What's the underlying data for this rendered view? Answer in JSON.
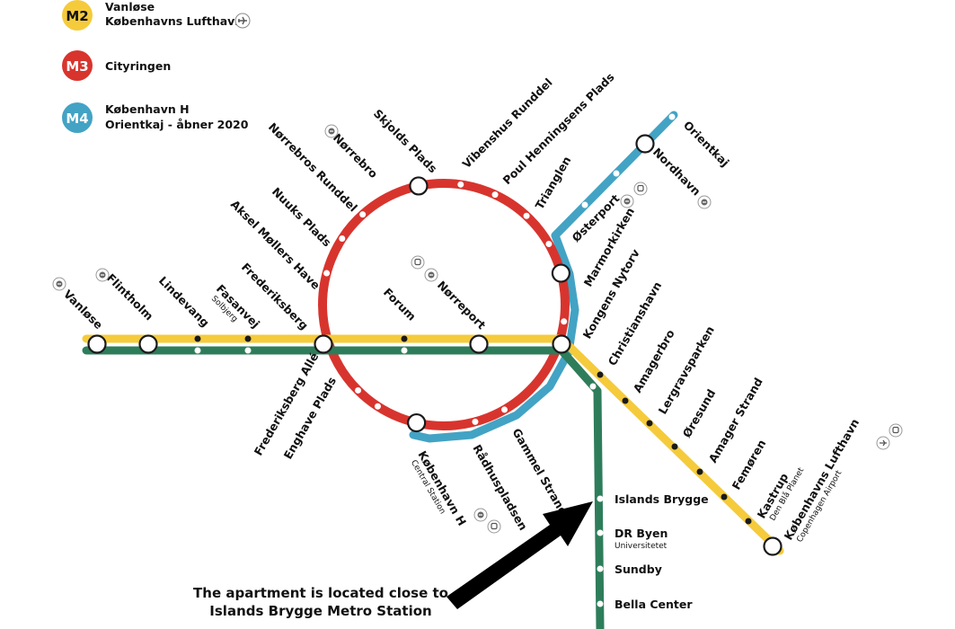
{
  "colors": {
    "m1": "#2e7d5a",
    "m2": "#f5cb3c",
    "m3": "#d8342e",
    "m4": "#43a3c4",
    "station_fill": "#ffffff",
    "station_stroke": "#1a1a1a",
    "arrow": "#000000"
  },
  "legend": [
    {
      "badge": "M2",
      "color": "#f5cb3c",
      "text_color": "#111111",
      "lines": [
        "Vanløse",
        "Københavns Lufthavn"
      ],
      "icon": "airplane-icon"
    },
    {
      "badge": "M3",
      "color": "#d8342e",
      "text_color": "#ffffff",
      "lines": [
        "Cityringen"
      ]
    },
    {
      "badge": "M4",
      "color": "#43a3c4",
      "text_color": "#ffffff",
      "lines": [
        "København H",
        "Orientkaj - åbner 2020"
      ]
    }
  ],
  "west_stations": [
    {
      "name": "Vanløse",
      "icon": "s-train-icon"
    },
    {
      "name": "Flintholm",
      "icon": "s-train-icon"
    },
    {
      "name": "Lindevang"
    },
    {
      "name": "Fasanvej",
      "sub": "Solbjerg"
    },
    {
      "name": "Frederiksberg"
    },
    {
      "name": "Forum"
    },
    {
      "name": "Nørreport",
      "icons": [
        "s-train-icon",
        "train-icon"
      ]
    }
  ],
  "ring_north": [
    {
      "name": "Enghave Plads"
    },
    {
      "name": "Frederiksberg Allé"
    },
    {
      "name": "Aksel Møllers Have"
    },
    {
      "name": "Nuuks Plads"
    },
    {
      "name": "Nørrebros Runddel"
    },
    {
      "name": "Nørrebro",
      "icon": "s-train-icon"
    },
    {
      "name": "Skjolds Plads"
    },
    {
      "name": "Vibenshus Runddel"
    },
    {
      "name": "Poul Henningsens Plads"
    },
    {
      "name": "Trianglen"
    },
    {
      "name": "Østerport",
      "icons": [
        "s-train-icon",
        "train-icon"
      ]
    },
    {
      "name": "Marmorkirken"
    },
    {
      "name": "Kongens Nytorv"
    }
  ],
  "ring_south": [
    {
      "name": "København H",
      "sub": "Central Station",
      "icons": [
        "s-train-icon",
        "train-icon"
      ]
    },
    {
      "name": "Rådhuspladsen"
    },
    {
      "name": "Gammel Strand"
    }
  ],
  "m4_north": [
    {
      "name": "Nordhavn",
      "icon": "s-train-icon"
    },
    {
      "name": "Orientkaj"
    }
  ],
  "m2_east": [
    {
      "name": "Christianshavn"
    },
    {
      "name": "Amagerbro"
    },
    {
      "name": "Lergravsparken"
    },
    {
      "name": "Øresund"
    },
    {
      "name": "Amager Strand"
    },
    {
      "name": "Femøren"
    },
    {
      "name": "Kastrup",
      "sub": "Den Blå Planet"
    },
    {
      "name": "Københavns Lufthavn",
      "sub": "Copenhagen Airport",
      "icons": [
        "airplane-icon",
        "train-icon"
      ]
    }
  ],
  "m1_south": [
    {
      "name": "Islands Brygge"
    },
    {
      "name": "DR Byen",
      "sub": "Universitetet"
    },
    {
      "name": "Sundby"
    },
    {
      "name": "Bella Center"
    }
  ],
  "annotation": {
    "line1": "The apartment is located close to",
    "line2": "Islands Brygge Metro Station"
  }
}
